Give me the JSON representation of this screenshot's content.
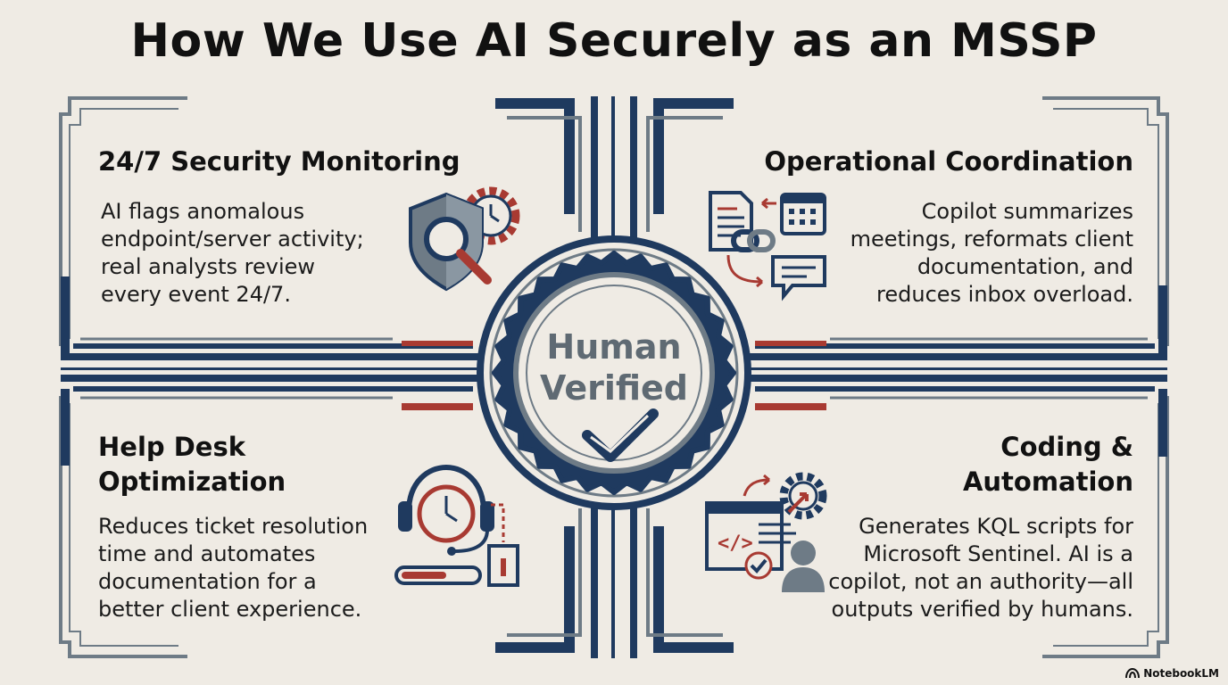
{
  "title": "How We Use AI Securely as an MSSP",
  "seal": {
    "line1": "Human",
    "line2": "Verified"
  },
  "quadrants": {
    "top_left": {
      "heading": "24/7 Security Monitoring",
      "lines": [
        "AI flags anomalous",
        "endpoint/server activity;",
        "real analysts review",
        "every event 24/7."
      ],
      "icon": "shield-magnifier-gear-clock-icon"
    },
    "top_right": {
      "heading": "Operational Coordination",
      "lines": [
        "Copilot summarizes",
        "meetings, reformats client",
        "documentation, and",
        "reduces inbox overload."
      ],
      "icon": "document-link-calendar-chat-icon"
    },
    "bottom_left": {
      "heading_lines": [
        "Help Desk",
        "Optimization"
      ],
      "lines": [
        "Reduces ticket resolution",
        "time and automates",
        "documentation for a",
        "better client experience."
      ],
      "icon": "headset-clock-progress-icon"
    },
    "bottom_right": {
      "heading_lines": [
        "Coding &",
        "Automation"
      ],
      "lines": [
        "Generates KQL scripts for",
        "Microsoft Sentinel. AI is a",
        "copilot, not an authority—all",
        "outputs verified by humans."
      ],
      "icon": "code-window-gear-user-icon"
    }
  },
  "footer": {
    "brand": "NotebookLM",
    "icon": "notebooklm-logo-icon"
  },
  "colors": {
    "navy": "#1f3a5f",
    "red": "#a83a32",
    "gray": "#6e7b86",
    "background": "#efebe4"
  }
}
